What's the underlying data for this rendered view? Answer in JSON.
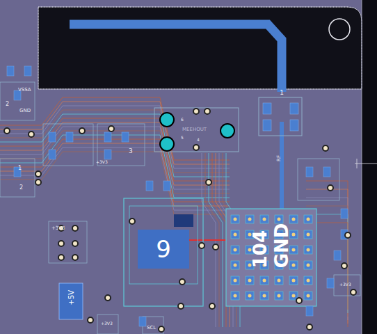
{
  "diagram": {
    "nodes": [
      {
        "text": [
          "9"
        ]
      },
      {
        "text": [
          "104",
          "GND"
        ]
      },
      {
        "text": [
          "+5V"
        ]
      },
      {
        "text": [
          "1"
        ]
      }
    ],
    "labels": [
      "VSSA",
      "2",
      "GND",
      "1",
      "2",
      "3",
      "+3V3",
      "+3V3",
      "MEEHOUT",
      "6",
      "5",
      "4",
      "RF",
      "+3V3",
      "+3V3",
      "SCL"
    ]
  }
}
